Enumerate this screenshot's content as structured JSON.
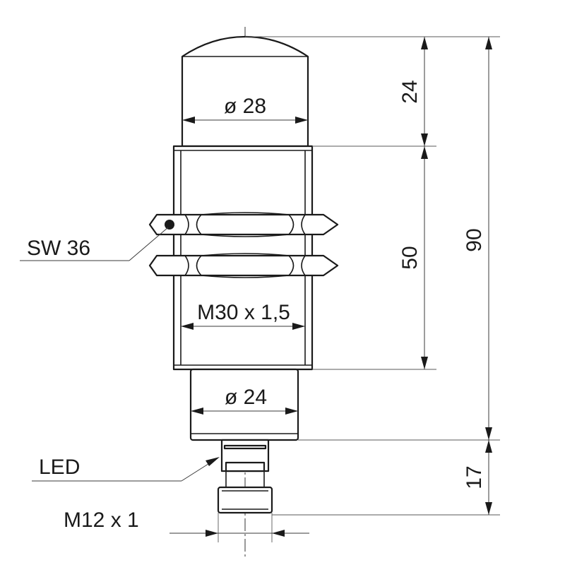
{
  "labels": {
    "dia_sensing_face": "ø 28",
    "dia_lower_body": "ø 24",
    "thread_main": "M30 x 1,5",
    "thread_connector": "M12 x 1",
    "wrench_size": "SW 36",
    "led": "LED"
  },
  "dimensions": {
    "cap_height": "24",
    "thread_length": "50",
    "body_length": "90",
    "connector_length": "17"
  }
}
